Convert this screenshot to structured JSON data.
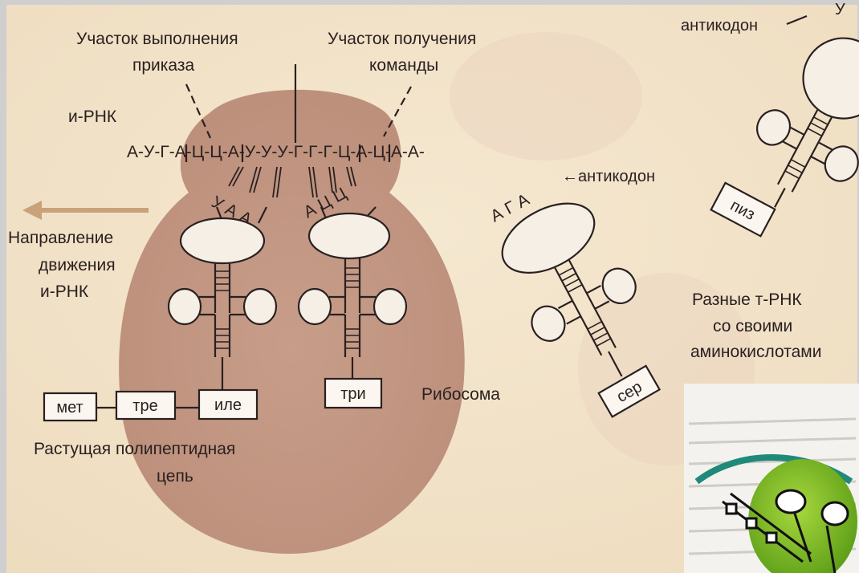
{
  "labels": {
    "site_execute_line1": "Участок выполнения",
    "site_execute_line2": "приказа",
    "site_receive_line1": "Участок получения",
    "site_receive_line2": "команды",
    "mrna": "и-РНК",
    "mrna_sequence": "А-У-Г-А-Ц-Ц-А-У-У-У-Г-Г-Г-Ц-А-Ц-А-А-",
    "anticodon_left": "У А А",
    "anticodon_right": "А Ц Ц",
    "direction_line1": "Направление",
    "direction_line2": "движения",
    "direction_line3": "и-РНК",
    "ribosome": "Рибосома",
    "chain_line1": "Растущая полипептидная",
    "chain_line2": "цепь",
    "free_anticodon": "А Г А",
    "anticodon_label_1": "←антикодон",
    "anticodon_label_2": "антикодон",
    "top_right_bases": "У",
    "different_trna_line1": "Разные т-РНК",
    "different_trna_line2": "со своими",
    "different_trna_line3": "аминокислотами"
  },
  "amino_acids": {
    "met": "мет",
    "tre": "тре",
    "ile": "иле",
    "tri": "три",
    "ser": "сер",
    "piz": "пиз"
  },
  "colors": {
    "ribosome": "#c99d8a",
    "background": "#f2e3c9",
    "inset_sphere": "#7fbf2a",
    "inset_band": "#1f8a7a"
  }
}
